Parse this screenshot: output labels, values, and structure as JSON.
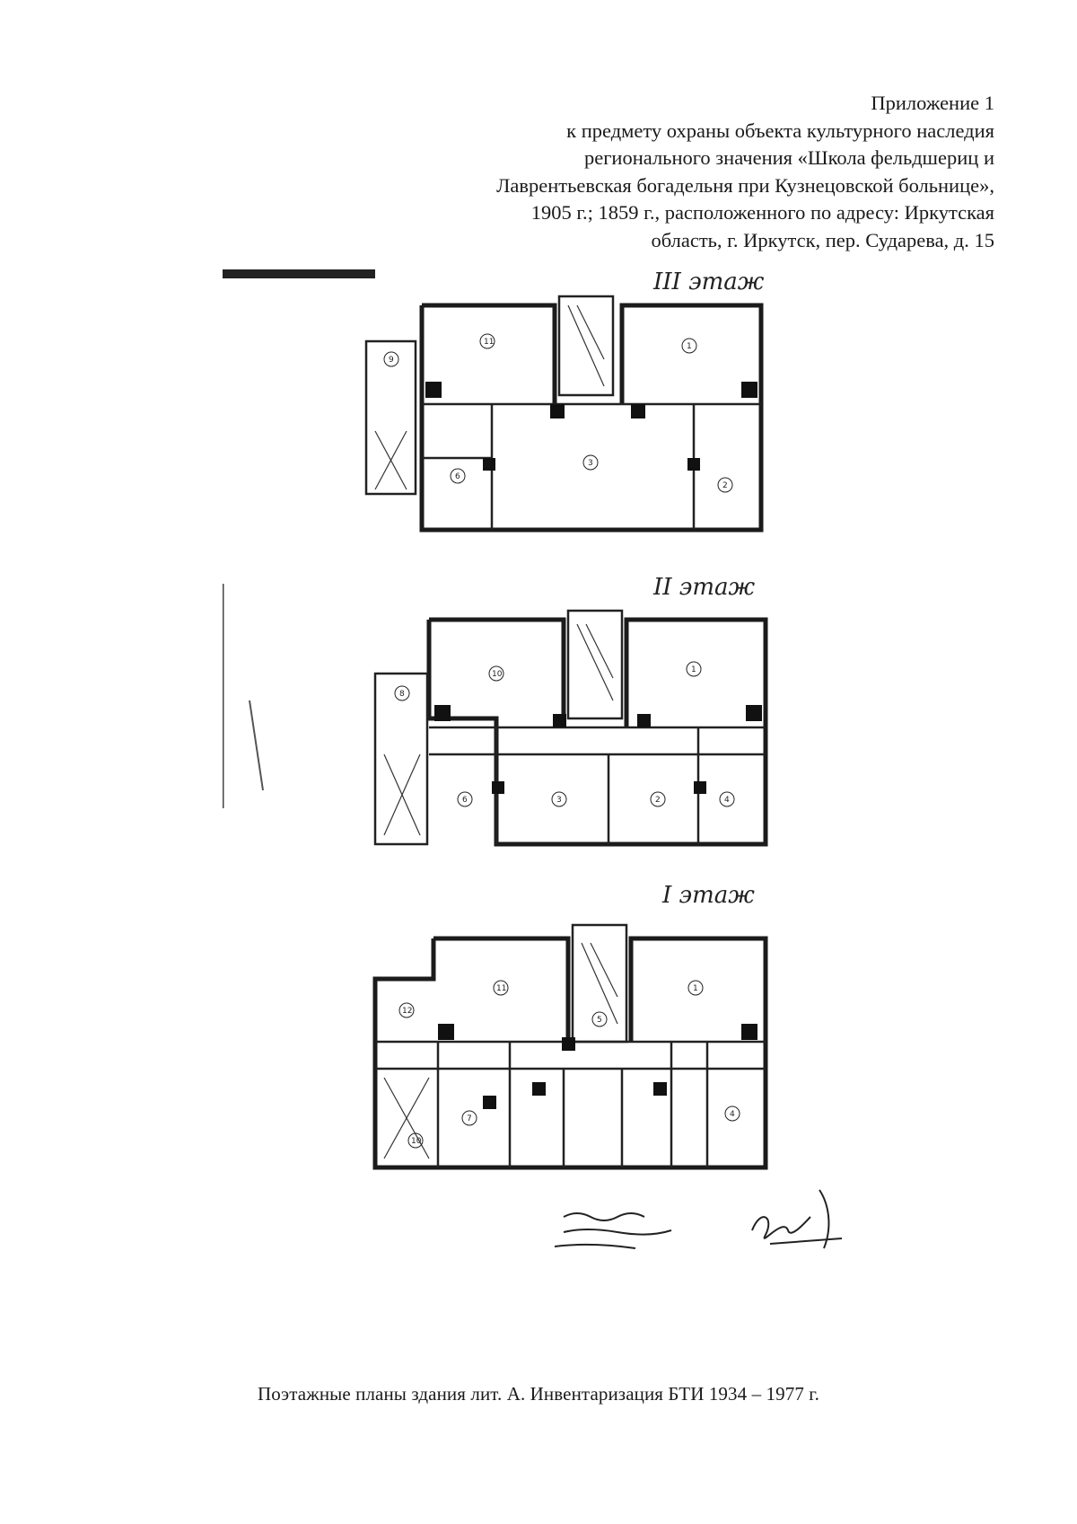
{
  "header": {
    "lines": [
      "Приложение 1",
      "к предмету охраны объекта культурного наследия",
      "регионального значения «Школа фельдшериц и",
      "Лаврентьевская богадельня при Кузнецовской больнице»,",
      "1905 г.; 1859 г., расположенного по адресу: Иркутская",
      "область, г. Иркутск, пер. Сударева, д. 15"
    ]
  },
  "plans": {
    "floor3": {
      "label": "III этаж"
    },
    "floor2": {
      "label": "II этаж"
    },
    "floor1": {
      "label": "I этаж"
    },
    "room_numbers": [
      "1",
      "2",
      "3",
      "4",
      "5",
      "6",
      "7",
      "8",
      "9",
      "10",
      "11",
      "12"
    ]
  },
  "caption": "Поэтажные планы здания лит. А. Инвентаризация БТИ 1934 – 1977 г."
}
